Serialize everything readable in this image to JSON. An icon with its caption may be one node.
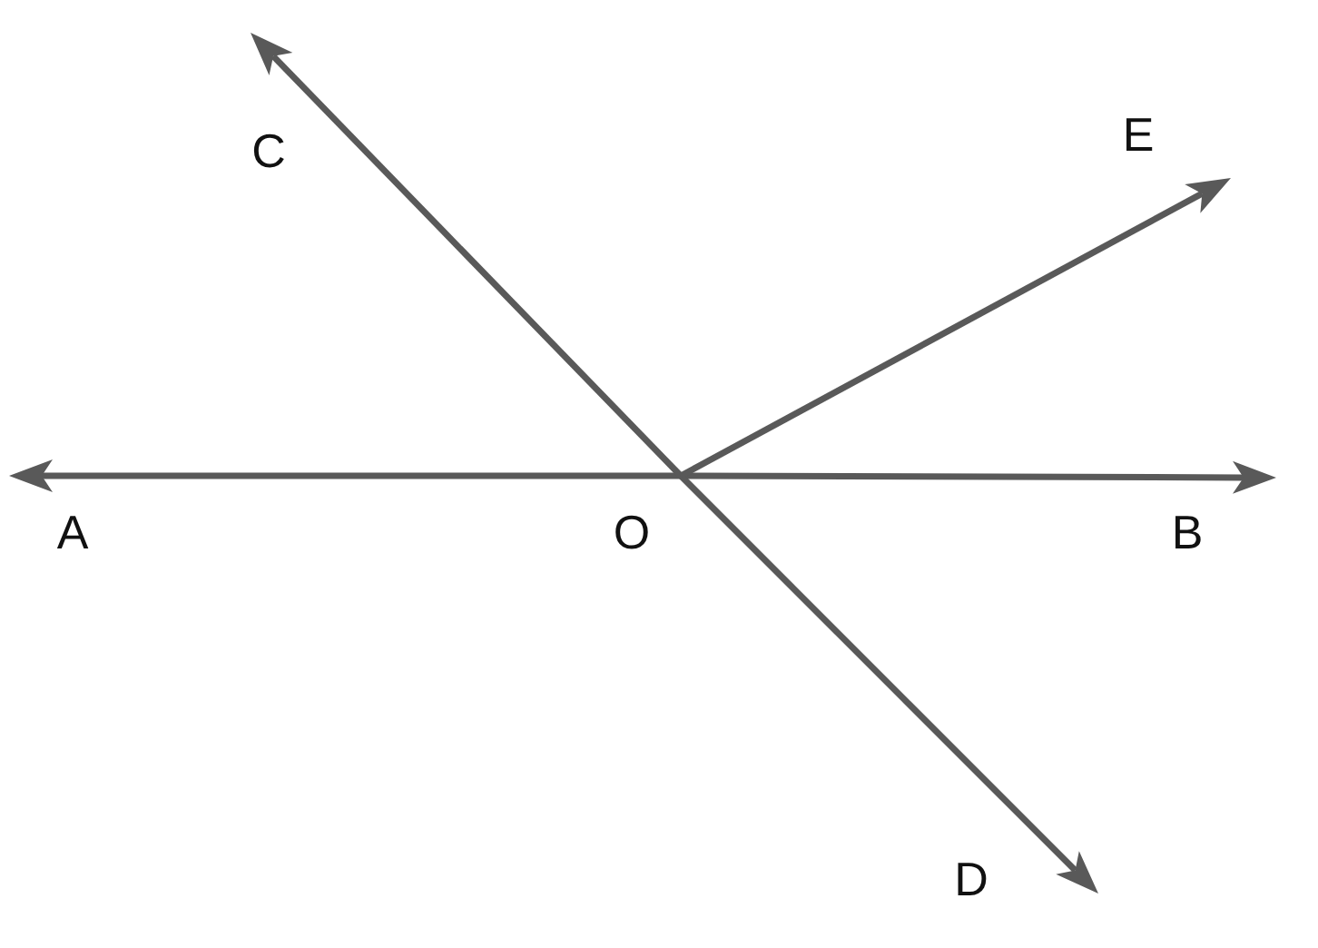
{
  "diagram": {
    "labels": [
      "C",
      "E",
      "A",
      "O",
      "B",
      "D"
    ]
  }
}
